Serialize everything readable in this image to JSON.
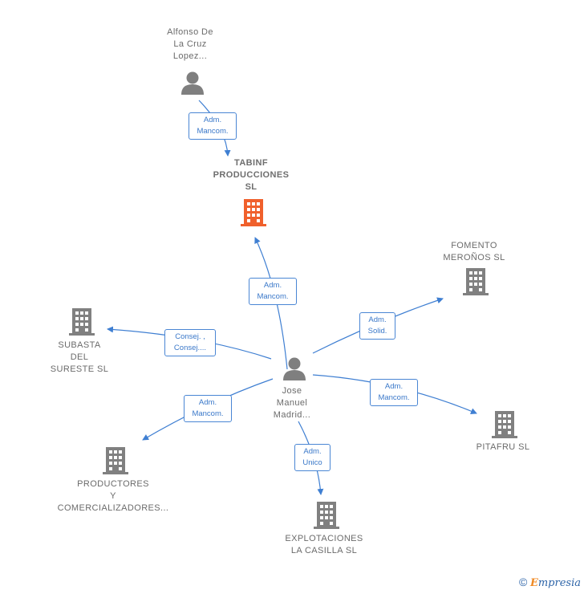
{
  "nodes": {
    "alfonso": {
      "name": [
        "Alfonso De",
        "La Cruz",
        "Lopez..."
      ],
      "type": "person"
    },
    "tabinf": {
      "name": [
        "TABINF",
        "PRODUCCIONES",
        "SL"
      ],
      "type": "company-focus"
    },
    "fomento": {
      "name": [
        "FOMENTO",
        "MEROÑOS  SL"
      ],
      "type": "company"
    },
    "subasta": {
      "name": [
        "SUBASTA",
        "DEL",
        "SURESTE SL"
      ],
      "type": "company"
    },
    "jose": {
      "name": [
        "Jose",
        "Manuel",
        "Madrid..."
      ],
      "type": "person"
    },
    "pitafru": {
      "name": [
        "PITAFRU  SL"
      ],
      "type": "company"
    },
    "productores": {
      "name": [
        "PRODUCTORES",
        "Y",
        "COMERCIALIZADORES..."
      ],
      "type": "company"
    },
    "explotaciones": {
      "name": [
        "EXPLOTACIONES",
        "LA CASILLA  SL"
      ],
      "type": "company"
    }
  },
  "edges": {
    "alfonso_tabinf": [
      "Adm.",
      "Mancom."
    ],
    "jose_tabinf": [
      "Adm.",
      "Mancom."
    ],
    "jose_fomento": [
      "Adm.",
      "Solid."
    ],
    "jose_subasta": [
      "Consej. ,",
      "Consej...."
    ],
    "jose_pitafru": [
      "Adm.",
      "Mancom."
    ],
    "jose_productores": [
      "Adm.",
      "Mancom."
    ],
    "jose_explotaciones": [
      "Adm.",
      "Unico"
    ]
  },
  "colors": {
    "edge": "#3f7fd2",
    "person_icon": "#7f7f7f",
    "company_icon": "#808080",
    "focus_icon": "#f0602c"
  },
  "footer": {
    "copyright_symbol": "©",
    "brand_first": "E",
    "brand_rest": "mpresia"
  }
}
